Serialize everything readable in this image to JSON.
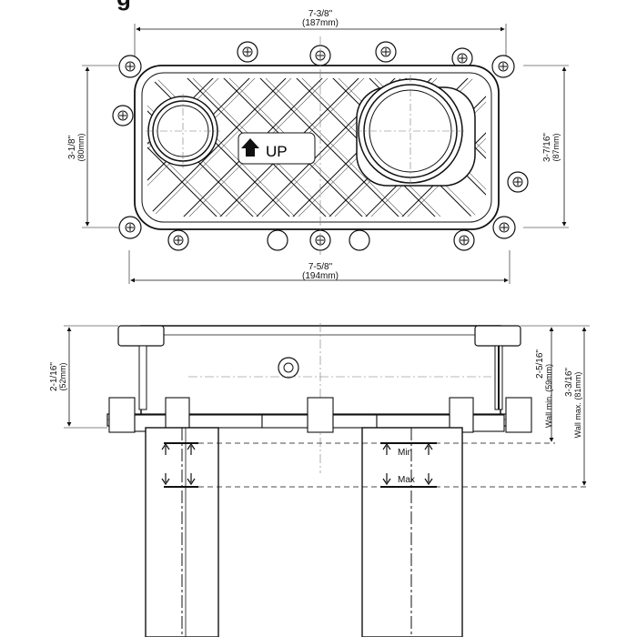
{
  "top_view": {
    "label_up": "UP",
    "width_top_in": "7-3/8\"",
    "width_top_mm": "(187mm)",
    "width_bottom_in": "7-5/8\"",
    "width_bottom_mm": "(194mm)",
    "height_left_in": "3-1/8\"",
    "height_left_mm": "(80mm)",
    "height_right_in": "3-7/16\"",
    "height_right_mm": "(87mm)"
  },
  "side_view": {
    "depth_left_in": "2-1/16\"",
    "depth_left_mm": "(52mm)",
    "wall_min_in": "2-5/16\"",
    "wall_min_label": "Wall min. (59mm)",
    "wall_max_in": "3-3/16\"",
    "wall_max_label": "Wall max. (81mm)",
    "min_label": "Min",
    "max_label": "Max"
  },
  "heading_fragment": "g"
}
